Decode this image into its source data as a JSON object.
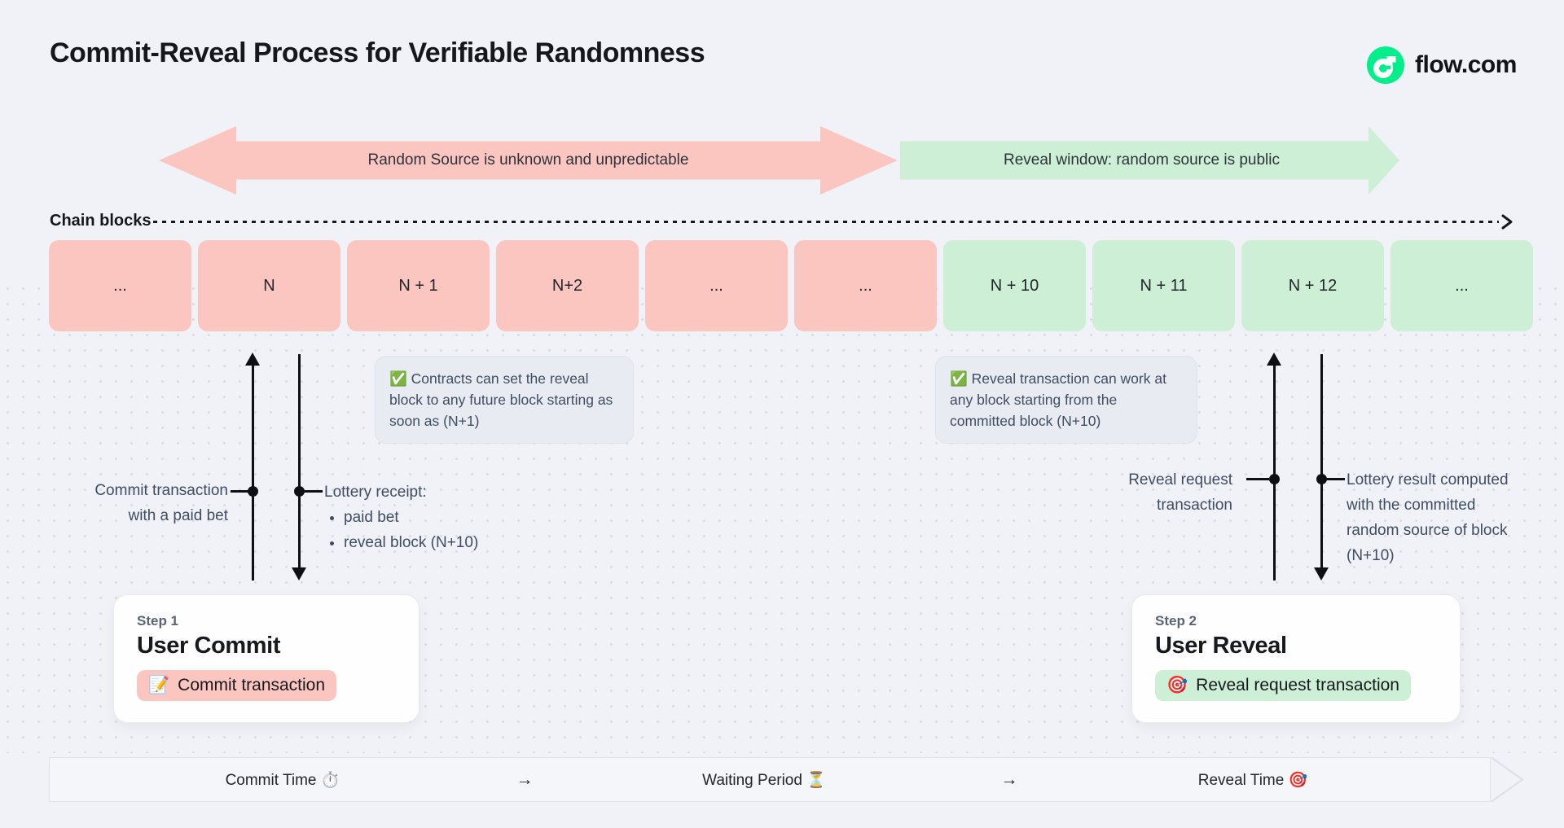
{
  "title": "Commit-Reveal Process for Verifiable Randomness",
  "brand": {
    "name": "flow.com"
  },
  "colors": {
    "page_bg": "#f1f2f7",
    "commit_fill": "#fbc6c0",
    "reveal_fill": "#ccefd5",
    "flow_green": "#00ef8b",
    "slate": "#3f4d63",
    "note_bg": "#e9ebf2",
    "bar_bg": "#f5f6fa",
    "card_bg": "#fefefe"
  },
  "phase_banners": [
    {
      "name": "commit",
      "label": "Random Source is unknown and unpredictable",
      "direction": "both"
    },
    {
      "name": "reveal",
      "label": "Reveal window: random source is public",
      "direction": "right"
    }
  ],
  "chain": {
    "label": "Chain blocks",
    "blocks": [
      {
        "label": "...",
        "phase": "commit"
      },
      {
        "label": "N",
        "phase": "commit"
      },
      {
        "label": "N + 1",
        "phase": "commit"
      },
      {
        "label": "N+2",
        "phase": "commit"
      },
      {
        "label": "...",
        "phase": "commit"
      },
      {
        "label": "...",
        "phase": "commit"
      },
      {
        "label": "N + 10",
        "phase": "reveal"
      },
      {
        "label": "N + 11",
        "phase": "reveal"
      },
      {
        "label": "N + 12",
        "phase": "reveal"
      },
      {
        "label": "...",
        "phase": "reveal"
      }
    ]
  },
  "notes": [
    {
      "icon": "✅",
      "text": " Contracts can set the reveal block to any future block starting as soon as (N+1)"
    },
    {
      "icon": "✅",
      "text": " Reveal transaction can work at any block starting from the committed block (N+10)"
    }
  ],
  "commit_flow": {
    "up_label": "Commit transaction with a paid bet",
    "down_title": "Lottery receipt:",
    "down_items": [
      "paid bet",
      "reveal block (N+10)"
    ]
  },
  "reveal_flow": {
    "up_label": "Reveal request transaction",
    "down_label": "Lottery result computed with the committed random source of block (N+10)"
  },
  "steps": [
    {
      "eyebrow": "Step 1",
      "title": "User Commit",
      "badge_icon": "📝",
      "badge_label": "Commit transaction",
      "phase": "commit"
    },
    {
      "eyebrow": "Step 2",
      "title": "User Reveal",
      "badge_icon": "🎯",
      "badge_label": "Reveal request transaction",
      "phase": "reveal"
    }
  ],
  "timeline": {
    "items": [
      {
        "label": "Commit Time",
        "icon": "⏱️"
      },
      {
        "label": "→"
      },
      {
        "label": "Waiting Period",
        "icon": "⏳"
      },
      {
        "label": "→"
      },
      {
        "label": "Reveal Time",
        "icon": "🎯"
      }
    ]
  }
}
